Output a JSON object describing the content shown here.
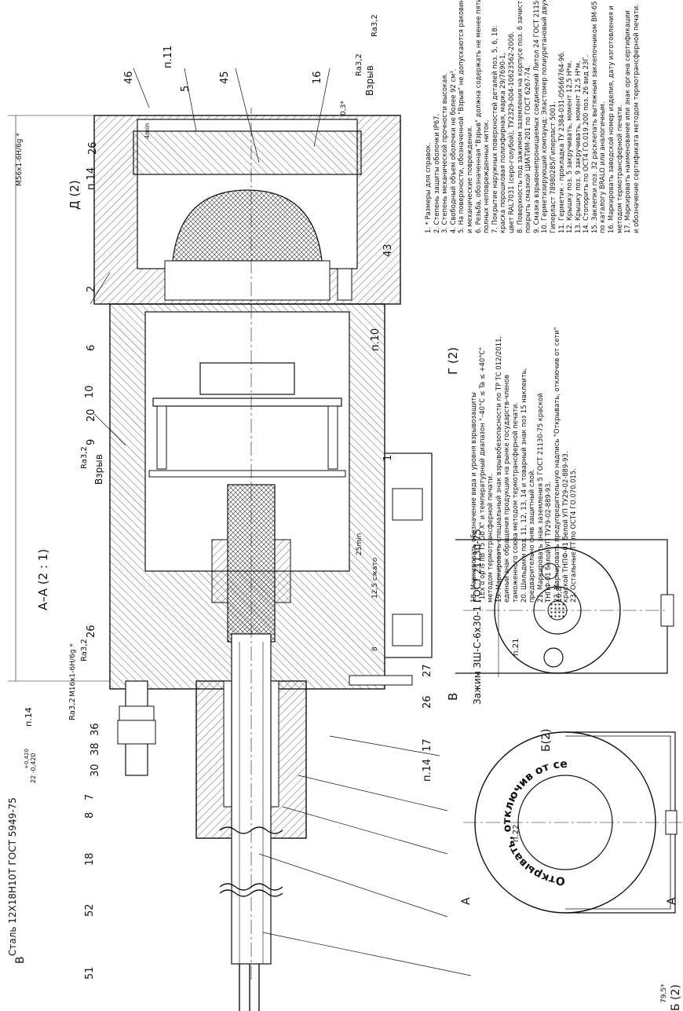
{
  "views": {
    "section_aa": "А–А  (2 : 1)",
    "view_d": "Д (2)",
    "view_g": "Г (2)",
    "view_v": "В",
    "view_b_left": "Б (2)",
    "view_b_right": "Б(2)",
    "marker_a": "А",
    "marker_v": "В"
  },
  "labels": {
    "steel": "Сталь 12Х18Н10Т ГОСТ 5949-75",
    "clamp": "Зажим ЗШ-С-6х30-1 ГОСТ 21130-75",
    "thread1": "М56х1-6Н/6g *",
    "thread2": "М16х1-6Н/6g *",
    "vzryv": "Взрыв",
    "ra32": "Ra3,2",
    "tol": "22 -0,420",
    "tol_sup": "+0,420",
    "dim_25": "25min",
    "dim_125": "12,5 сжато",
    "dim_8": "8",
    "dim_03": "0,3*",
    "dim_108": "10,8*",
    "dim_795": "79,5*",
    "dim_4": "4min",
    "ring_text": "Открывать, отключив от сети"
  },
  "positions": [
    "46",
    "п.11",
    "5",
    "45",
    "16",
    "26",
    "п.14",
    "2",
    "6",
    "43",
    "10",
    "20",
    "9",
    "1",
    "п.10",
    "26",
    "30",
    "38",
    "36",
    "7",
    "8",
    "18",
    "52",
    "51",
    "27",
    "26",
    "17",
    "п.14",
    "п.21",
    "п.22",
    "п.14",
    "Ra3,2"
  ],
  "notes_top": [
    "1.  * Размеры для справок.",
    "2.  Степень защиты оболочки IP67.",
    "3.  Степень механической прочности высокая.",
    "4.  Свободный объем оболочки не более 92 см³.",
    "5.  На поверхности, обозначенной \"Взрыв\" не допускаются раковины",
    "     и механические повреждения.",
    "6.  Резьба, обозначенная \"Взрыв\" должна содержать не менее пяти",
    "     полных неповрежденных ниток.",
    "7.  Покрытие наружных поверхностей деталей поз. 5, 6, 18:",
    "     краска порошковая полиэфирная, марка 29/7690-1,",
    "     цвет RAL7031 (серо-голубой), ТУ2329-004-10623562-2006.",
    "8.  Поверхность под зажимом заземления на корпусе поз. 6 зачистить и",
    "     покрыть смазкой ЦИАТИМ-201 по ГОСТ 6267-74.",
    "9.  Смазка взрывонепроницаемых соединений Литол 24 ГОСТ 21150-87.",
    "10. Герметизирующий компаунд: Эластомер полиуретановый двухкомпонентный",
    "     Гиперласт 78980285/Гиперласт 5001.",
    "11. Герметик - прокладка ТУ 2384-031-05666764-96.",
    "12. Крышку поз. 5 закручивать, момент 12,5 Н*м.",
    "13. Крышку поз. 9 закручивать, момент 12,5 Н*м.",
    "14. Стопорить по ОСТ4 ГО.019.200 поз. 26 вид 23Г.",
    "15. Заклепки поз. 32 расклепать вытяжным заклепочником ВМ-65",
    "     по каталогу BRALO или аналогичным.",
    "16. Маркировать заводской номер изделия, дату изготовления и",
    "     методом термотрансферной печати.",
    "17. Маркировать наименование или знак органа сертификации",
    "     и обозначение сертификата методом термотрансферной печати."
  ],
  "notes_bottom": [
    "18. Маркировать обозначение вида и уровня взрывозащиты",
    "     \"1Ex d op is IIB T5 Gb X\" и температурный диапазон \"–40°С ≤ Ta ≤ +40°С\"",
    "     методом термотрансферной печати.",
    "19. Маркировать специальный знак взрывобезопасности по ТР ТС 012/2011,",
    "     единый знак обращения продукции на рынке государств-членов",
    "     таможенного союза методом термотрансферной печати.",
    "20. Шильдики поз. 11, 12, 13, 14 и товарный знак поз 15 наклеить,",
    "     предварительно сняв защитный слой.",
    "21. Маркировать знак заземления 5 ГОСТ 21130-75 краской",
    "     ТНПФ-01 белой УП ТУ29-02-889-93.",
    "22. Маркировать предупредительную надпись \"Открывать, отключив от сети\"",
    "     краской ТНПФ-01 белой УП ТУ29-02-889-93.",
    "23. Остальные ТТ по ОСТ4 ГО.070.015."
  ],
  "colors": {
    "ink": "#111111",
    "paper": "#ffffff"
  }
}
